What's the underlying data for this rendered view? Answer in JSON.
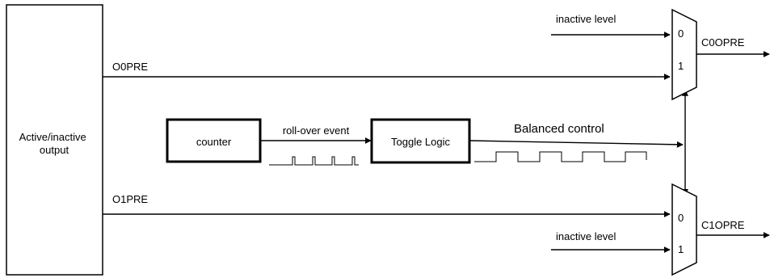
{
  "blocks": {
    "active_inactive": "Active/inactive\noutput",
    "counter": "counter",
    "toggle_logic": "Toggle Logic"
  },
  "signals": {
    "o0pre": "O0PRE",
    "o1pre": "O1PRE",
    "c0opre": "C0OPRE",
    "c1opre": "C1OPRE",
    "rollover_event": "roll-over event",
    "balanced_control": "Balanced control",
    "inactive_level_top": "inactive level",
    "inactive_level_bottom": "inactive level"
  },
  "mux_top": {
    "in0": "0",
    "in1": "1"
  },
  "mux_bottom": {
    "in0": "0",
    "in1": "1"
  }
}
